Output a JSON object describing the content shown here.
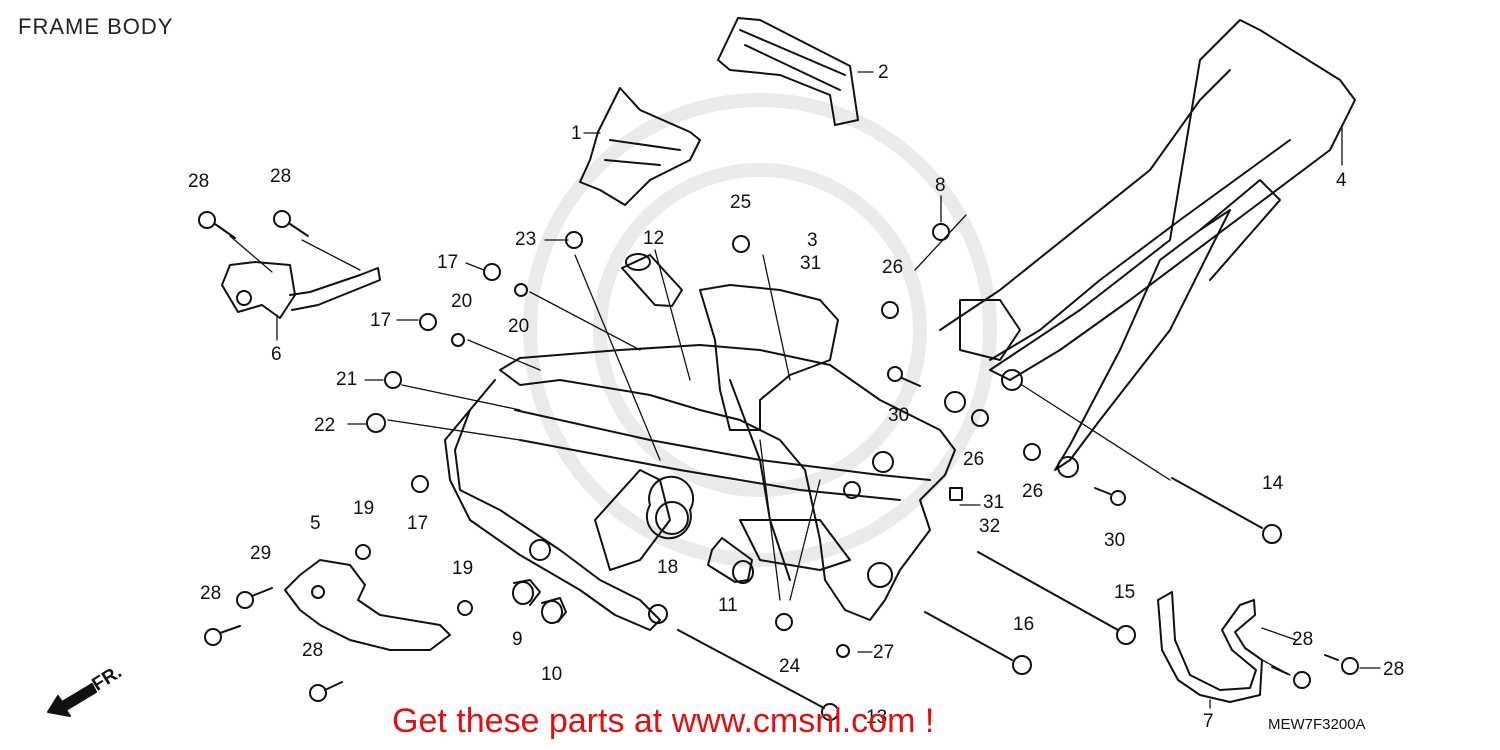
{
  "diagram": {
    "title": "FRAME BODY",
    "code": "MEW7F3200A",
    "direction_label": "FR.",
    "promo_text": "Get these parts at www.cmsnl.com !",
    "promo_color": "#e01010",
    "callouts": [
      "1",
      "2",
      "3",
      "31",
      "4",
      "28",
      "28",
      "6",
      "8",
      "25",
      "12",
      "23",
      "17",
      "20",
      "17",
      "20",
      "21",
      "22",
      "26",
      "30",
      "26",
      "17",
      "5",
      "19",
      "29",
      "28",
      "19",
      "9",
      "10",
      "18",
      "11",
      "24",
      "27",
      "13",
      "16",
      "15",
      "14",
      "30",
      "26",
      "31",
      "32",
      "28",
      "28",
      "28",
      "7"
    ]
  }
}
